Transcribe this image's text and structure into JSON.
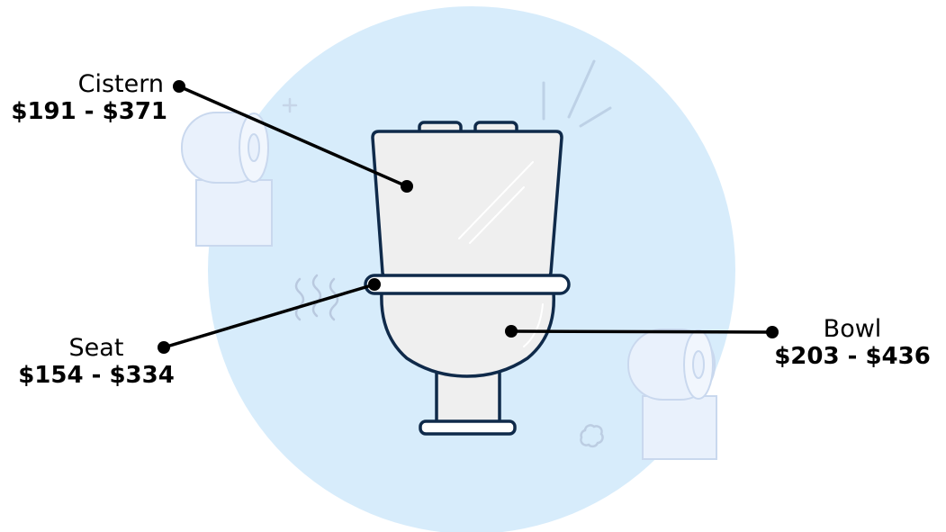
{
  "parts": [
    {
      "name": "Cistern",
      "price": "$191 - $371"
    },
    {
      "name": "Seat",
      "price": "$154 - $334"
    },
    {
      "name": "Bowl",
      "price": "$203 - $436"
    }
  ],
  "colors": {
    "background_circle": "#d7ecfb",
    "outline": "#0f2a4a",
    "toilet_fill": "#efefef",
    "seat_fill": "#ffffff",
    "paper_roll": "#e6eefb",
    "leader_line": "#000000"
  },
  "icons": [
    "toilet-icon",
    "toilet-paper-roll-icon",
    "odor-lines-icon",
    "sparkle-lines-icon",
    "flower-doodle-icon",
    "plus-doodle-icon"
  ]
}
